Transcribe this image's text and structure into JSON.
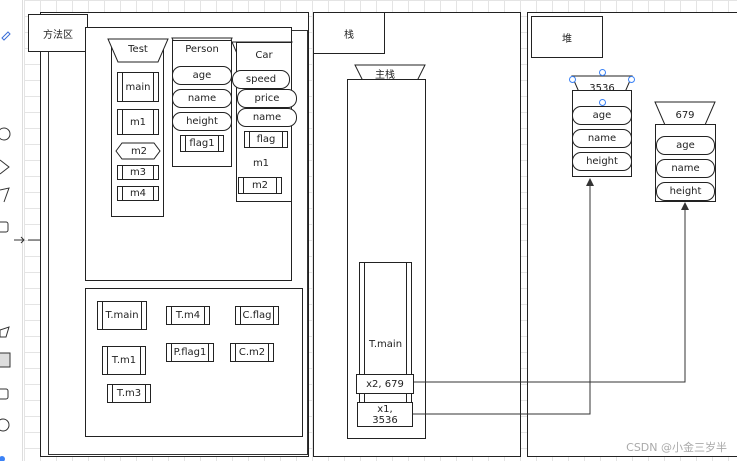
{
  "regions": {
    "method_area": "方法区",
    "stack": "栈",
    "heap": "堆"
  },
  "classes": {
    "test": {
      "title": "Test",
      "methods": [
        "main",
        "m1",
        "m2",
        "m3",
        "m4"
      ]
    },
    "person": {
      "title": "Person",
      "fields": [
        "age",
        "name",
        "height"
      ],
      "methods": [
        "flag1"
      ]
    },
    "car": {
      "title": "Car",
      "fields": [
        "speed",
        "price",
        "name"
      ],
      "methods": [
        "flag",
        "m1",
        "m2"
      ]
    }
  },
  "method_refs": [
    "T.main",
    "T.m4",
    "C.flag",
    "T.m1",
    "P.flag1",
    "C.m2",
    "T.m3"
  ],
  "stack": {
    "main_frame": "主栈",
    "t_main": "T.main",
    "var_x2": "x2, 679",
    "var_x1_line1": "x1,",
    "var_x1_line2": "3536"
  },
  "heap": {
    "obj1": {
      "id": "3536",
      "fields": [
        "age",
        "name",
        "height"
      ]
    },
    "obj2": {
      "id": "679",
      "fields": [
        "age",
        "name",
        "height"
      ]
    }
  },
  "watermark": "CSDN @小金三岁半"
}
